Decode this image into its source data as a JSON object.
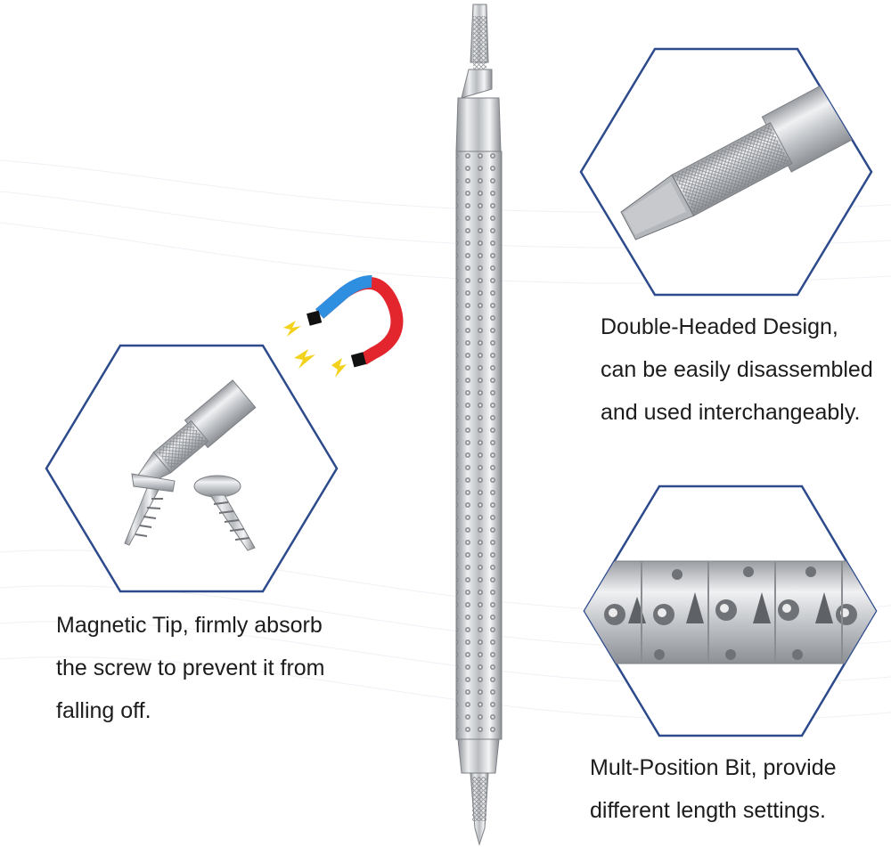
{
  "captions": {
    "magnetic": {
      "line1": "Magnetic Tip, firmly absorb",
      "line2": "the screw to prevent it from",
      "line3": "falling off."
    },
    "double_headed": {
      "line1": "Double-Headed Design,",
      "line2": "can be easily disassembled",
      "line3": "and used interchangeably."
    },
    "mult_position": {
      "line1": "Mult-Position Bit, provide",
      "line2": "different length settings."
    }
  },
  "colors": {
    "hexagon_border": "#2c4a8c",
    "metal": "#c9cbce",
    "magnet_blue": "#2e8fe0",
    "magnet_red": "#e3262d",
    "spark_yellow": "#f2d21c"
  },
  "icons": {
    "magnet": "horseshoe-magnet-icon",
    "spark": "lightning-icon"
  }
}
